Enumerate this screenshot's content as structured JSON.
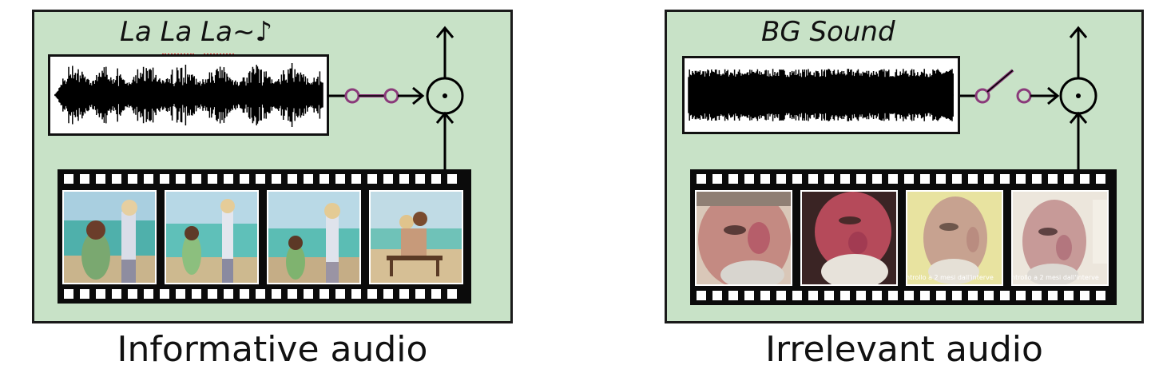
{
  "panels": [
    {
      "audio_label": "La La La~♪",
      "caption": "Informative audio",
      "switch_state": "closed",
      "scene": "beach",
      "colors": {
        "panel": "#c8e2c7",
        "switch": "#8a3a7a"
      }
    },
    {
      "audio_label": "BG Sound",
      "caption": "Irrelevant audio",
      "switch_state": "open",
      "scene": "face",
      "frame_subtitle": "ntrollo a 2 mesi dall'interve",
      "colors": {
        "panel": "#c8e2c7",
        "switch": "#8a3a7a"
      }
    }
  ]
}
